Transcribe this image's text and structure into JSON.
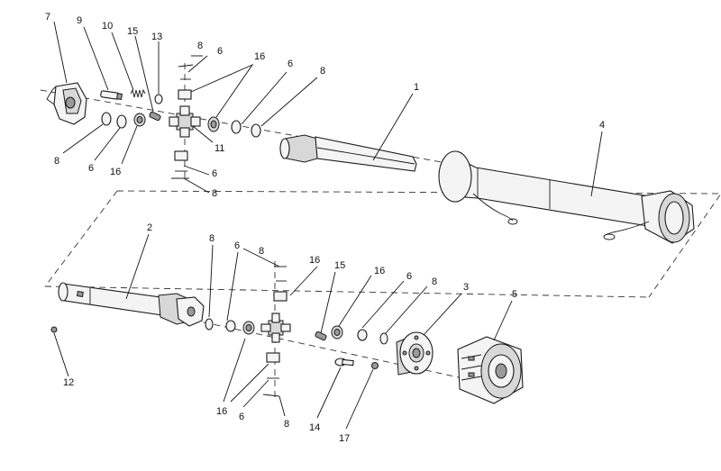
{
  "callouts": {
    "c1": "1",
    "c2": "2",
    "c3": "3",
    "c4": "4",
    "c5": "5",
    "c7": "7",
    "c9": "9",
    "c10": "10",
    "c11": "11",
    "c12": "12",
    "c13": "13",
    "c14": "14",
    "c17": "17",
    "top8a": "8",
    "top6a": "6",
    "top16a": "16",
    "top6b": "6",
    "top8b": "8",
    "top15": "15",
    "top8c": "8",
    "top6c": "6",
    "top16b": "16",
    "top6d": "6",
    "top8d": "8",
    "bot8a": "8",
    "bot6a": "6",
    "bot8b": "8",
    "bot16a": "16",
    "bot15": "15",
    "bot16b": "16",
    "bot6b": "6",
    "bot8c": "8",
    "bot16c": "16",
    "bot6c": "6",
    "bot8d": "8"
  }
}
